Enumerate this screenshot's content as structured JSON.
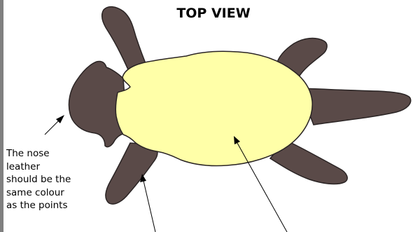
{
  "title": "TOP VIEW",
  "annotation": {
    "lines": [
      "The nose",
      "leather",
      "should be the",
      "same colour",
      "as the points"
    ]
  },
  "colors": {
    "points": "#5a4a48",
    "body": "#ffffa8",
    "outline": "#2a2424",
    "frame": "#808080"
  }
}
